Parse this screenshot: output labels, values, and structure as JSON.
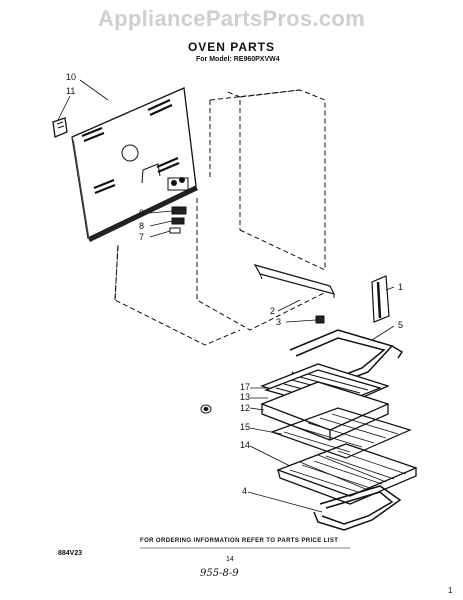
{
  "watermark": "AppliancePartsPros.com",
  "title": "OVEN PARTS",
  "subtitle": "For Model: RE960PXVW4",
  "callouts": [
    "10",
    "11",
    "6",
    "8",
    "7",
    "1",
    "2",
    "3",
    "5",
    "17",
    "13",
    "12",
    "15",
    "14",
    "4"
  ],
  "footer": {
    "ordering_note": "FOR ORDERING INFORMATION REFER TO PARTS PRICE LIST",
    "code_left": "884V23",
    "page_number": "14",
    "handwritten": "955-8-9",
    "corner_number": "1"
  }
}
